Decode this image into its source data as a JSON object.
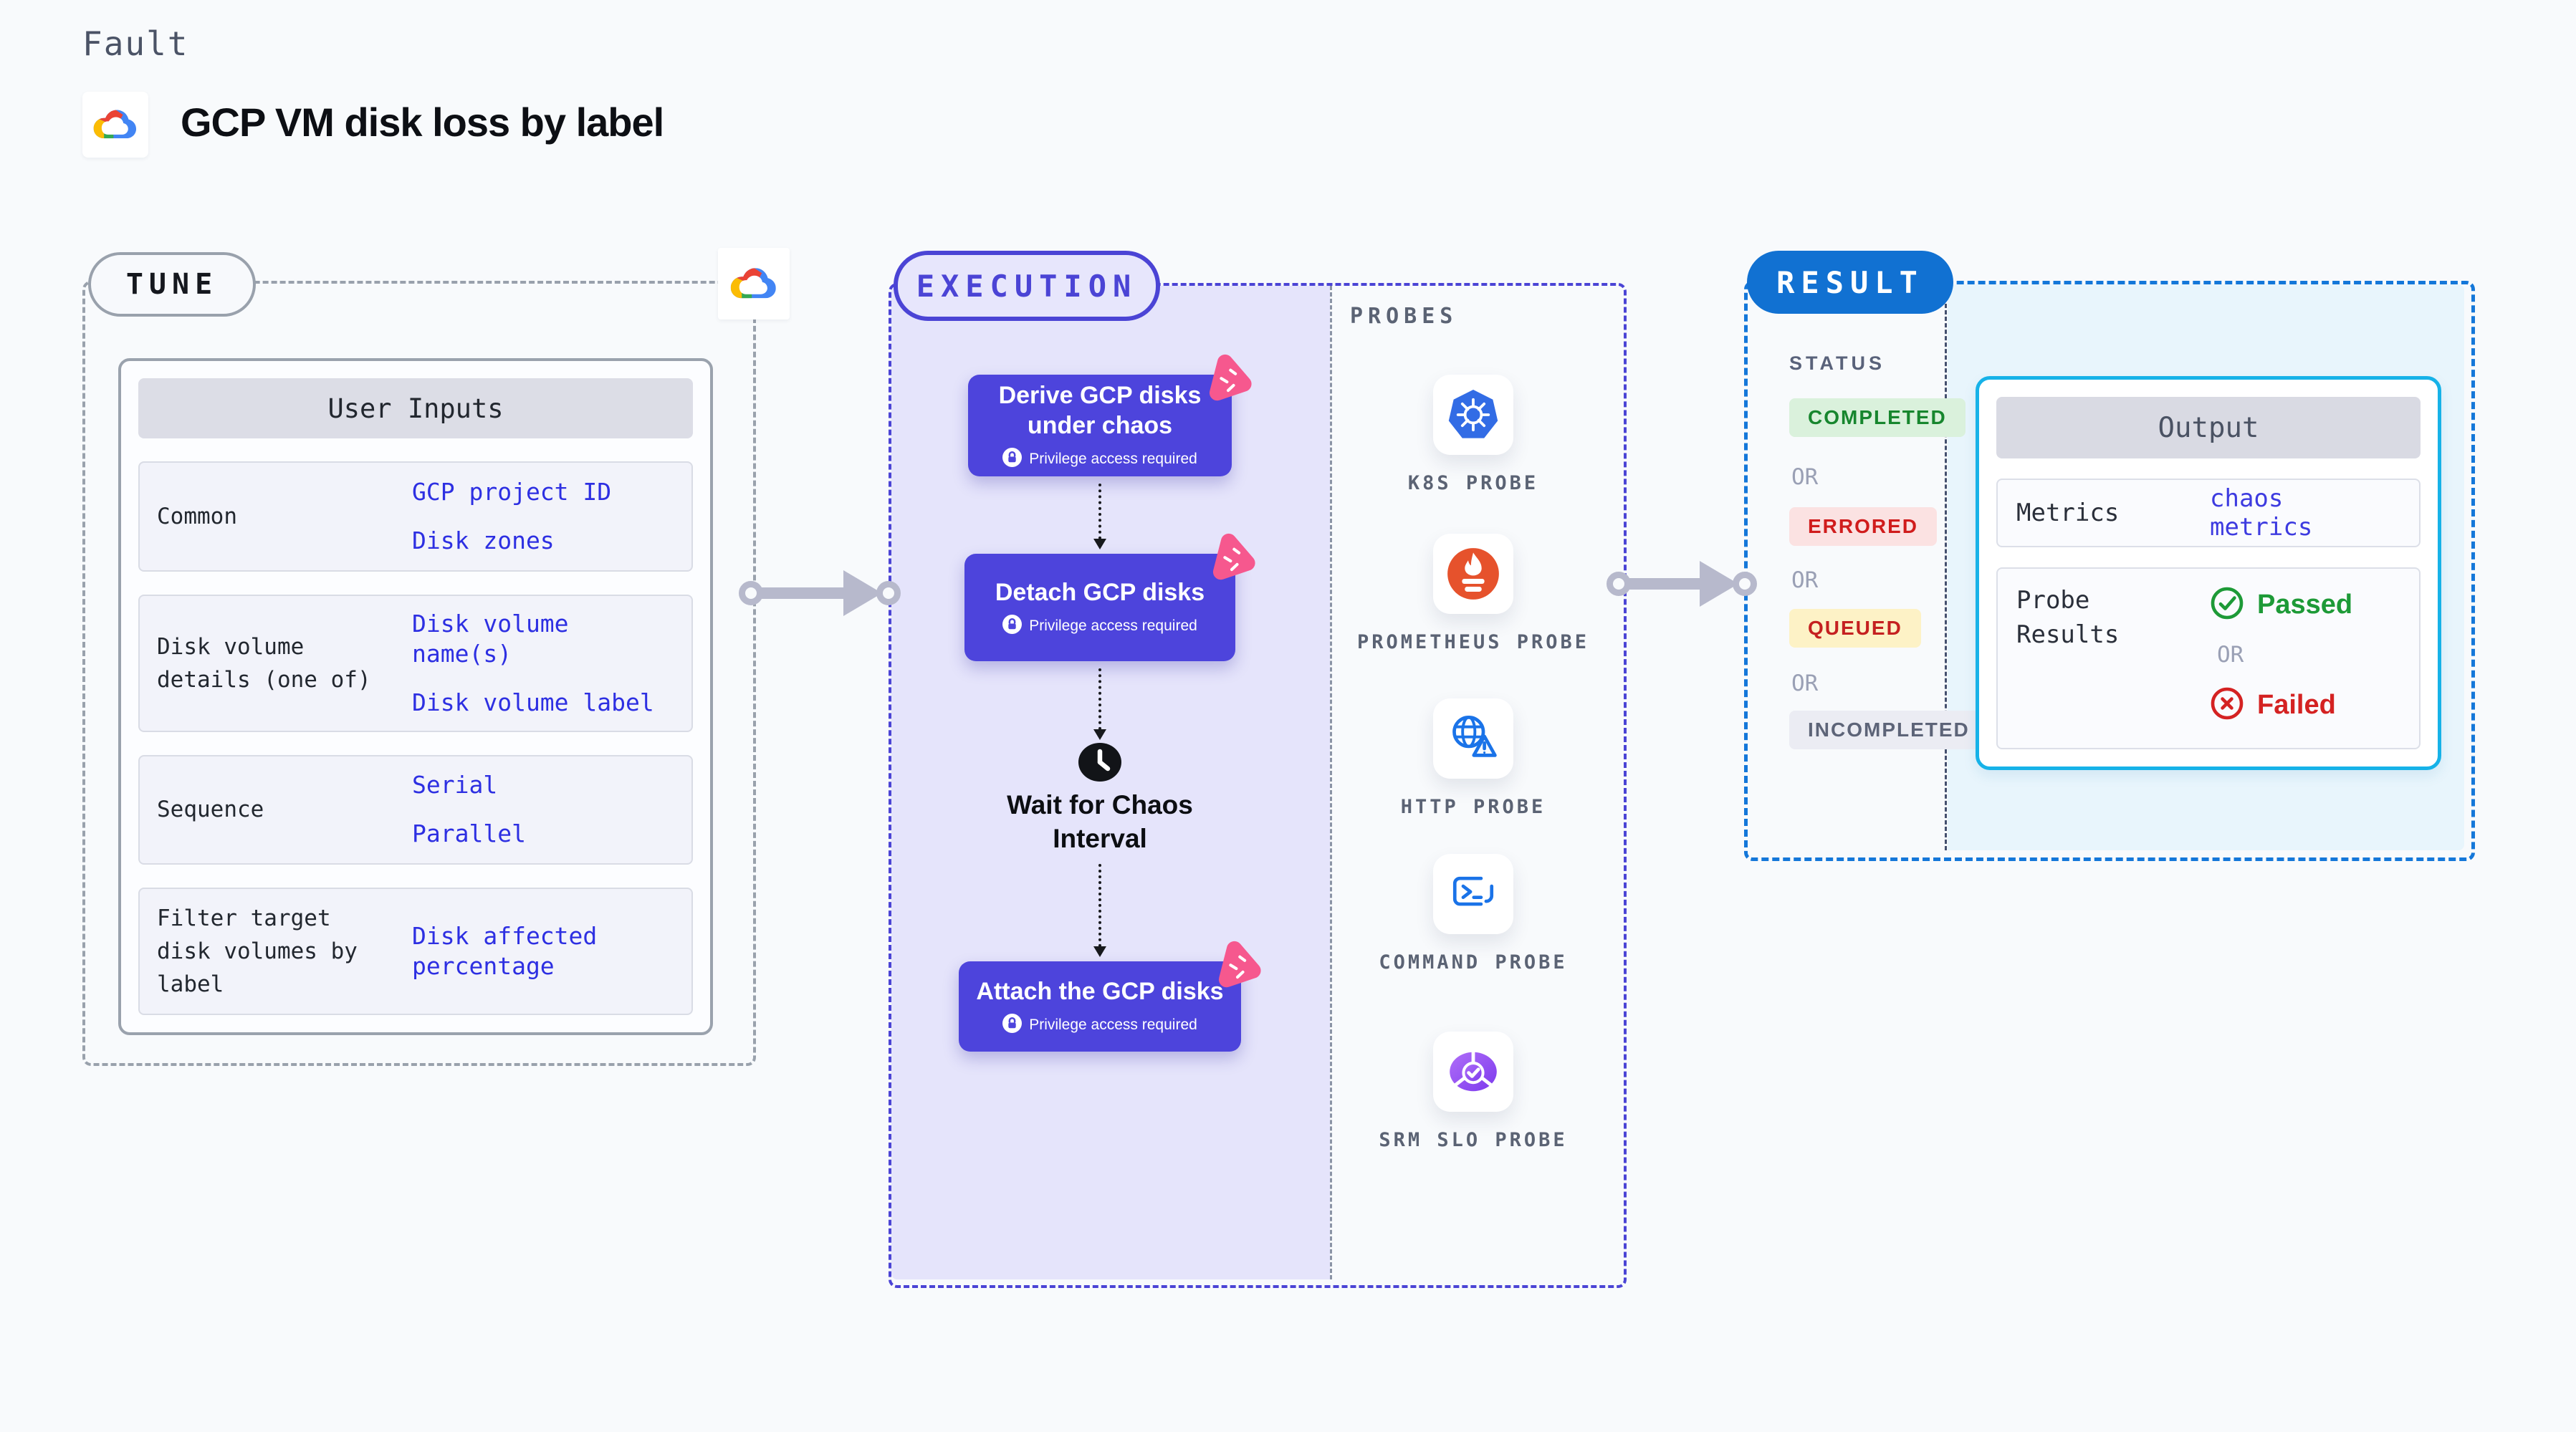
{
  "colors": {
    "page_bg": "#f8fafc",
    "indigo_accent": "#4b44d5",
    "execution_fill": "#e5e4fb",
    "step_card_purple": "#4d44dc",
    "pink_badge": "#f6588e",
    "result_blue": "#1477d9",
    "output_border_cyan": "#16b2e8",
    "output_area_bg": "#e8f5fc",
    "value_link_blue": "#2d2fe2",
    "completed_green": "#17862e",
    "errored_red": "#d01c1c",
    "queued_bg_yellow": "#fdf2c6",
    "incompleted_gray": "#5d6478",
    "passed_green": "#1d9a37",
    "failed_red": "#d42222"
  },
  "header": {
    "eyebrow": "Fault",
    "title": "GCP VM disk loss by label",
    "logo_icon": "gcp-cloud-icon"
  },
  "tune": {
    "pill": "TUNE",
    "card_title": "User Inputs",
    "rows": [
      {
        "label": "Common",
        "values": [
          "GCP project ID",
          "Disk zones"
        ]
      },
      {
        "label": "Disk volume details (one of)",
        "values": [
          "Disk volume name(s)",
          "Disk volume label"
        ]
      },
      {
        "label": "Sequence",
        "values": [
          "Serial",
          "Parallel"
        ]
      },
      {
        "label": "Filter target disk volumes by label",
        "values": [
          "Disk affected percentage"
        ]
      }
    ]
  },
  "execution": {
    "pill": "EXECUTION",
    "steps": [
      {
        "title": "Derive GCP disks under chaos",
        "chip": "Privilege access required"
      },
      {
        "title": "Detach GCP disks",
        "chip": "Privilege access required"
      },
      {
        "title": "Attach the GCP disks",
        "chip": "Privilege access required"
      }
    ],
    "wait_label": "Wait for Chaos Interval"
  },
  "probes": {
    "label": "PROBES",
    "items": [
      {
        "name": "K8S PROBE",
        "icon": "kubernetes-icon"
      },
      {
        "name": "PROMETHEUS PROBE",
        "icon": "prometheus-icon"
      },
      {
        "name": "HTTP PROBE",
        "icon": "http-globe-warning-icon"
      },
      {
        "name": "COMMAND PROBE",
        "icon": "terminal-icon"
      },
      {
        "name": "SRM SLO PROBE",
        "icon": "srm-slo-icon"
      }
    ]
  },
  "result": {
    "pill": "RESULT",
    "status_label": "STATUS",
    "or_label": "OR",
    "statuses": [
      "COMPLETED",
      "ERRORED",
      "QUEUED",
      "INCOMPLETED"
    ],
    "output": {
      "title": "Output",
      "metrics_label": "Metrics",
      "metrics_value": "chaos metrics",
      "probe_results_label": "Probe Results",
      "passed_label": "Passed",
      "failed_label": "Failed"
    }
  }
}
